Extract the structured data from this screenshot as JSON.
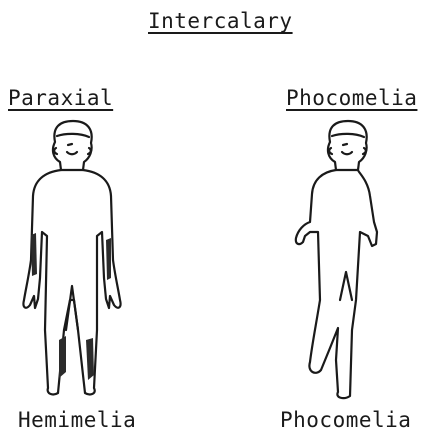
{
  "title": "Intercalary",
  "left": {
    "heading": "Paraxial",
    "caption": "Hemimelia"
  },
  "right": {
    "heading": "Phocomelia",
    "caption": "Phocomelia"
  },
  "colors": {
    "ink": "#1a1a1a",
    "shading": "#2b2b2b",
    "paper": "#ffffff"
  }
}
